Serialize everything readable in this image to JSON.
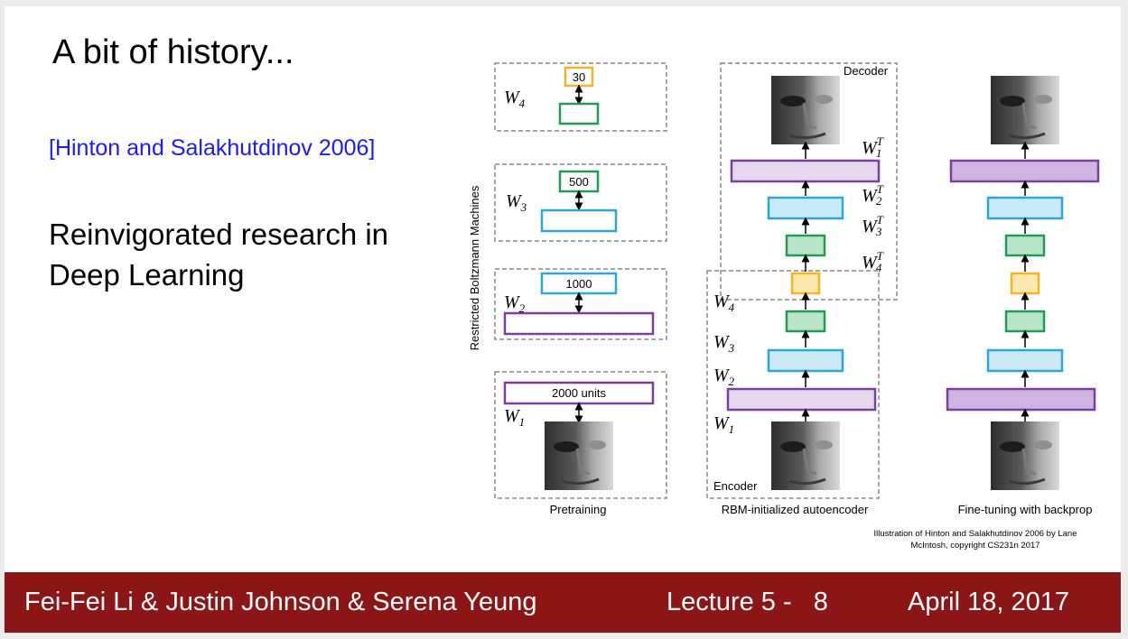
{
  "slide": {
    "title": "A bit of history...",
    "citation": "[Hinton and Salakhutdinov 2006]",
    "body_line1": "Reinvigorated research in",
    "body_line2": "Deep Learning"
  },
  "figure": {
    "side_label": "Restricted Boltzmann Machines",
    "rbm_labels": {
      "top": "30",
      "layer3": "500",
      "layer2": "1000",
      "layer1": "2000 units"
    },
    "column_titles": [
      "Pretraining",
      "RBM-initialized autoencoder",
      "Fine-tuning with backprop"
    ],
    "decoder_label": "Decoder",
    "encoder_label": "Encoder",
    "weight_letter": "W",
    "transpose_mark": "T",
    "weight_indices": [
      "1",
      "2",
      "3",
      "4"
    ],
    "colors": {
      "purple": "#7b3fa0",
      "purple_fill": "#e6d7ef",
      "purple_fill_dark": "#cfb3e0",
      "blue": "#29a7df",
      "blue_fill": "#cbeaf8",
      "green": "#1f9d55",
      "green_fill": "#b9e6c9",
      "yellow": "#f3b61f",
      "yellow_fill": "#fde9b0"
    }
  },
  "credit": {
    "line1": "Illustration of Hinton and Salakhutdinov 2006  by Lane",
    "line2": "McIntosh, copyright CS231n 2017"
  },
  "footer": {
    "authors": "Fei-Fei Li & Justin Johnson & Serena Yeung",
    "lecture": "Lecture 5 -   8",
    "date": "April 18, 2017"
  }
}
